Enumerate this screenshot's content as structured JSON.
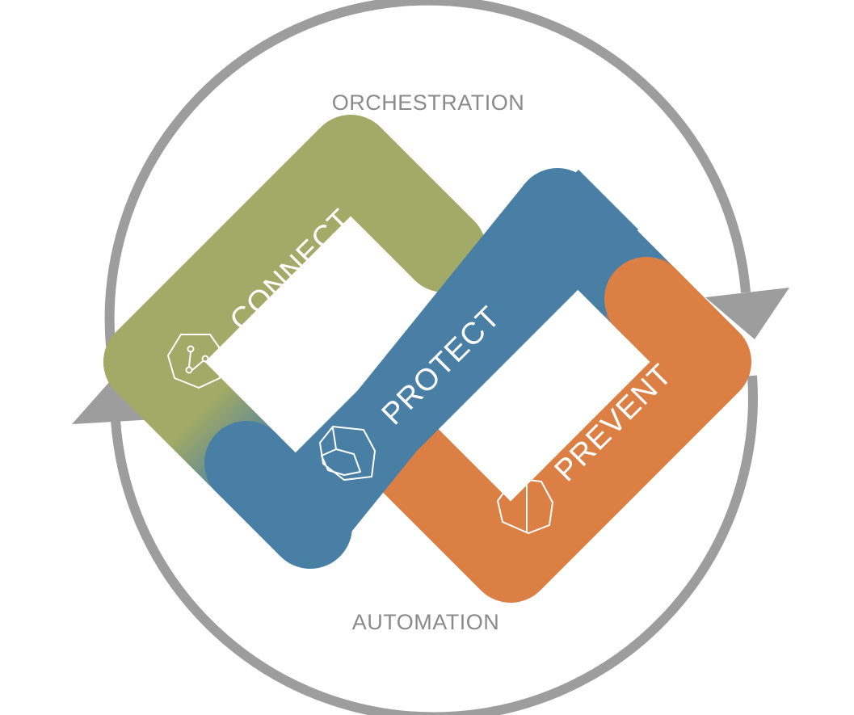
{
  "cycle": {
    "top_label": "ORCHESTRATION",
    "bottom_label": "AUTOMATION",
    "arrow_color": "#9d9d9d"
  },
  "stages": [
    {
      "label": "CONNECT",
      "icon": "connect-shield-icon",
      "color": "#a1aa66"
    },
    {
      "label": "PROTECT",
      "icon": "protect-shield-icon",
      "color": "#4a7fa5"
    },
    {
      "label": "PREVENT",
      "icon": "prevent-shield-icon",
      "color": "#dc7f44"
    }
  ]
}
